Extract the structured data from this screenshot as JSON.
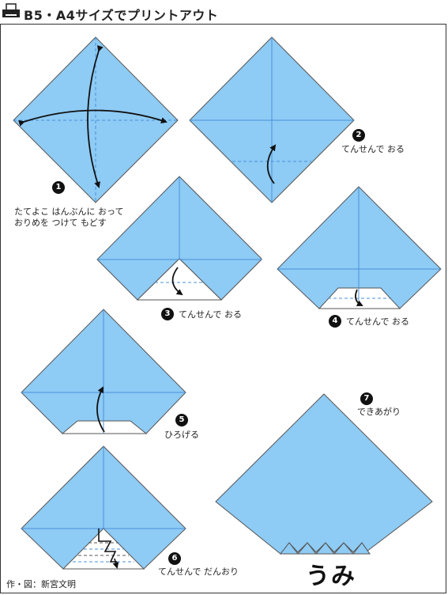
{
  "header": {
    "title": "B5・A4サイズでプリントアウト",
    "icon": "printer-icon"
  },
  "colors": {
    "paper": "#8ecbf5",
    "paper_edge": "#555555",
    "crease": "#4a90d9",
    "arrow": "#111111"
  },
  "steps": [
    {
      "number": "1",
      "text_line1": "たてよこ はんぶんに おって",
      "text_line2": "おりめを つけて もどす"
    },
    {
      "number": "2",
      "text": "てんせんで おる"
    },
    {
      "number": "3",
      "text": "てんせんで おる"
    },
    {
      "number": "4",
      "text": "てんせんで おる"
    },
    {
      "number": "5",
      "text": "ひろげる"
    },
    {
      "number": "6",
      "text": "てんせんで だんおり"
    },
    {
      "number": "7",
      "text": "できあがり"
    }
  ],
  "result_title": "うみ",
  "credit": "作・図：新宮文明"
}
